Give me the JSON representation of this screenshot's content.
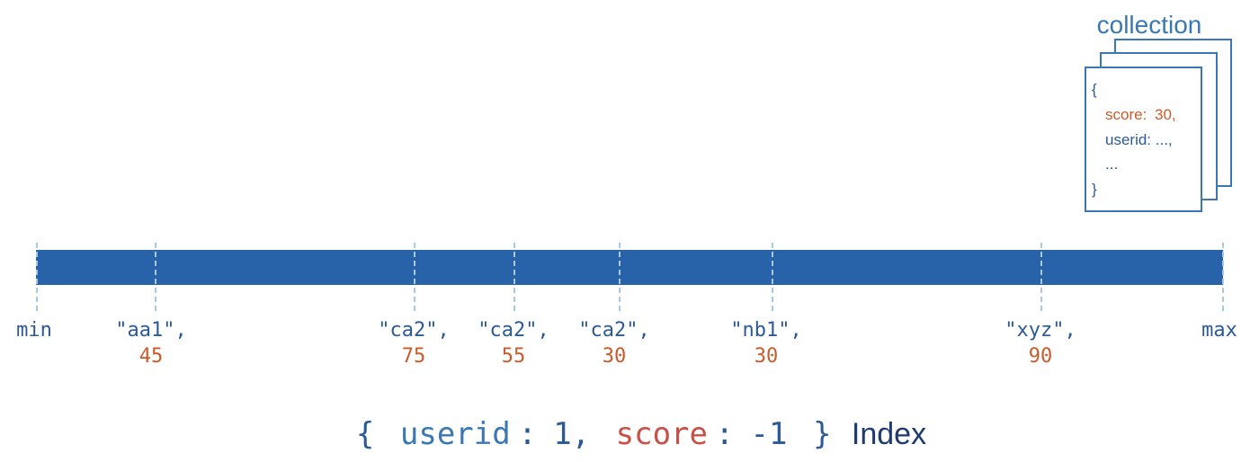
{
  "collection": {
    "title": "collection",
    "open_brace": "{",
    "field1_key": "score:",
    "field1_value": "30,",
    "field2": "userid: ...,",
    "ellipsis": "...",
    "close_brace": "}"
  },
  "index_bar": {
    "min_label": "min",
    "max_label": "max",
    "entries": [
      {
        "userid": "\"aa1\",",
        "score": "45"
      },
      {
        "userid": "\"ca2\",",
        "score": "75"
      },
      {
        "userid": "\"ca2\",",
        "score": "55"
      },
      {
        "userid": "\"ca2\",",
        "score": "30"
      },
      {
        "userid": "\"nb1\",",
        "score": "30"
      },
      {
        "userid": "\"xyz\",",
        "score": "90"
      }
    ]
  },
  "caption": {
    "open_brace": "{",
    "userid_key": "userid",
    "colon1": ":",
    "userid_val": " 1,",
    "score_key": "score",
    "colon2": ":",
    "score_val": " -1",
    "close_brace": "}",
    "suffix": "Index"
  },
  "colors": {
    "bar": "#2862a9",
    "dash": "#a9c8e4",
    "text_blue": "#2c5a94",
    "text_orange": "#cb5a2a",
    "caption_key_blue": "#3a78b4",
    "caption_key_red": "#c85046",
    "caption_dark": "#1e3a6e",
    "doc_border": "#3a78b4"
  }
}
